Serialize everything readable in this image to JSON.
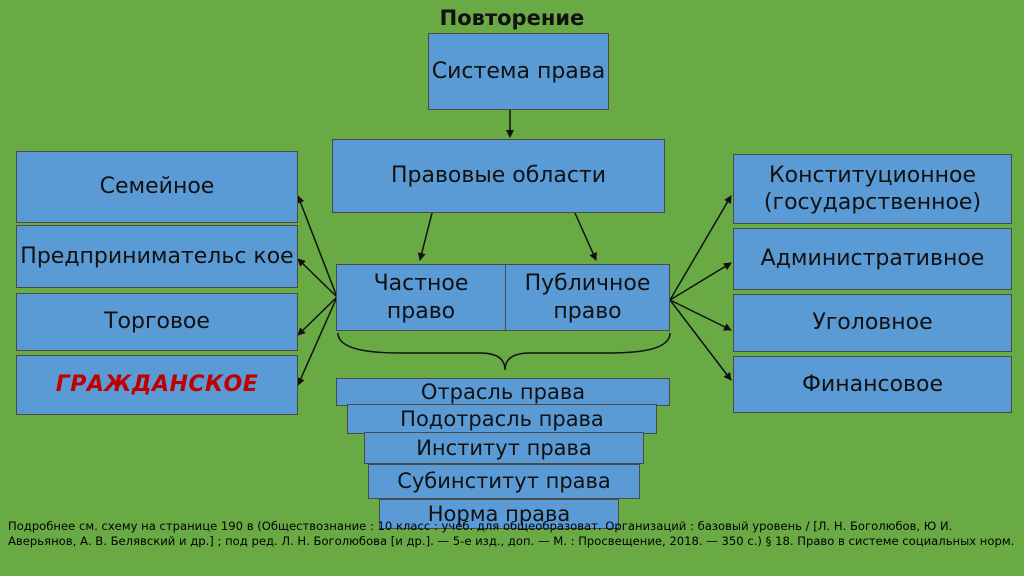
{
  "title": "Повторение",
  "top": "Система права",
  "areas": "Правовые области",
  "private": "Частное право",
  "public": "Публичное право",
  "private_branches": [
    "Семейное",
    "Предпринимательс кое",
    "Торговое",
    "ГРАЖДАНСКОЕ"
  ],
  "public_branches": [
    "Конституционное (государственное)",
    "Административное",
    "Уголовное",
    "Финансовое"
  ],
  "hierarchy": [
    "Отрасль права",
    "Подотрасль права",
    "Институт права",
    "Субинститут права",
    "Норма права"
  ],
  "accent_color": "#c00000",
  "footnote": "Подробнее см. схему на странице 190 в (Обществознание : 10 класс : учеб. для общеобразоват. Организаций : базовый уровень / [Л. Н. Боголюбов, Ю И. Аверьянов, А. В. Белявский и др.] ; под ред. Л. Н. Боголюбова [и др.]. — 5-е изд., доп. — М. : Просвещение, 2018. — 350 с.) § 18. Право в системе социальных норм."
}
